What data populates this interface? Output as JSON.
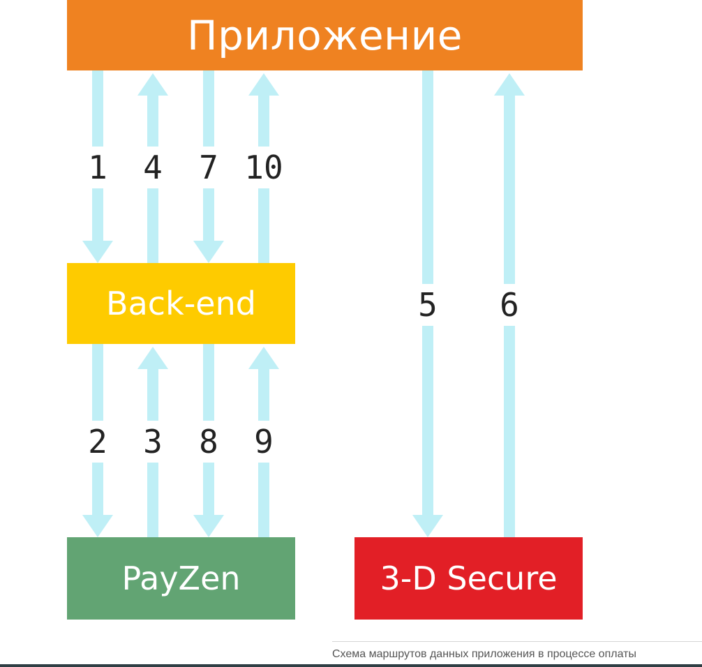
{
  "colors": {
    "app": "#ef8221",
    "backend": "#fecb00",
    "payzen": "#62a473",
    "secure": "#e21f26",
    "arrow": "#bfeff6"
  },
  "nodes": {
    "app": "Приложение",
    "backend": "Back-end",
    "payzen": "PayZen",
    "secure": "3-D Secure"
  },
  "steps": [
    {
      "label": "1",
      "from": "app",
      "to": "backend"
    },
    {
      "label": "4",
      "from": "backend",
      "to": "app"
    },
    {
      "label": "7",
      "from": "app",
      "to": "backend"
    },
    {
      "label": "10",
      "from": "backend",
      "to": "app"
    },
    {
      "label": "2",
      "from": "backend",
      "to": "payzen"
    },
    {
      "label": "3",
      "from": "payzen",
      "to": "backend"
    },
    {
      "label": "8",
      "from": "backend",
      "to": "payzen"
    },
    {
      "label": "9",
      "from": "payzen",
      "to": "backend"
    },
    {
      "label": "5",
      "from": "app",
      "to": "secure"
    },
    {
      "label": "6",
      "from": "secure",
      "to": "app"
    }
  ],
  "caption": "Схема маршрутов данных приложения в процессе оплаты"
}
